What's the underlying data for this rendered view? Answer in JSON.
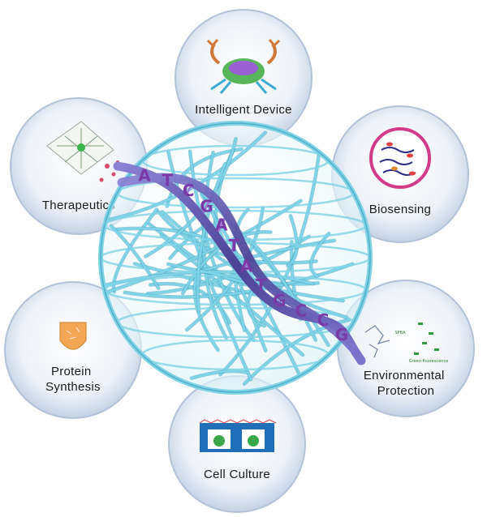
{
  "nodes": [
    {
      "id": "intelligent-device",
      "label_lines": [
        "Intelligent Device"
      ],
      "icon": "crab-robot-icon"
    },
    {
      "id": "therapeutics",
      "label_lines": [
        "Therapeutics"
      ],
      "icon": "hydrogel-lattice-icon"
    },
    {
      "id": "biosensing",
      "label_lines": [
        "Biosensing"
      ],
      "icon": "sensor-droplet-icon"
    },
    {
      "id": "protein-synthesis",
      "label_lines": [
        "Protein",
        "Synthesis"
      ],
      "icon": "reaction-vial-icon"
    },
    {
      "id": "environmental-protection",
      "label_lines": [
        "Environmental",
        "Protection"
      ],
      "icon": "bacteria-network-icon"
    },
    {
      "id": "cell-culture",
      "label_lines": [
        "Cell Culture"
      ],
      "icon": "cell-chamber-icon"
    }
  ],
  "dna_bases": [
    "A",
    "T",
    "C",
    "G",
    "A",
    "T",
    "A",
    "T",
    "G",
    "C",
    "C",
    "G"
  ],
  "environmental_icon_text": [
    "SPBA",
    "Green fluorescence"
  ],
  "colors": {
    "node_fill_center": "#ffffff",
    "node_fill_edge": "#c9d5e6",
    "node_stroke": "#b3c2d8",
    "mesh": "#7fd3e6",
    "mesh_shadow": "#3d9fb8",
    "dna_backbone": "#4b4196",
    "dna_backbone_light": "#8b82d6",
    "base_letter": "#7a3aa8"
  }
}
